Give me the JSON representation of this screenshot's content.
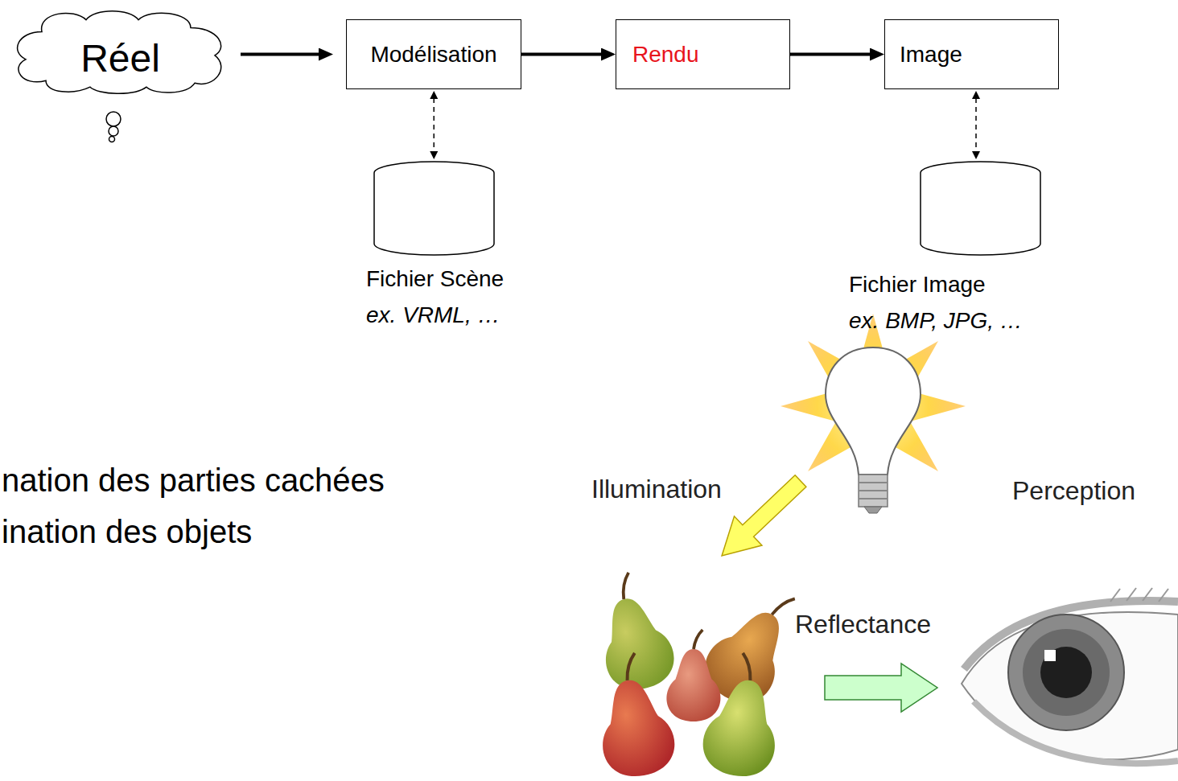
{
  "diagram": {
    "nodes": [
      {
        "text": [
          "Réel"
        ]
      },
      {
        "text": [
          "Modélisation"
        ]
      },
      {
        "text": [
          "Rendu"
        ]
      },
      {
        "text": [
          "Image"
        ]
      },
      {
        "text": [
          "Fichier Scène",
          "ex. VRML, …"
        ]
      },
      {
        "text": [
          "Fichier Image",
          "ex. BMP, JPG, …"
        ]
      }
    ],
    "edges": [
      {
        "from": 0,
        "to": 1,
        "arrow": "to"
      },
      {
        "from": 1,
        "to": 2,
        "arrow": "to"
      },
      {
        "from": 2,
        "to": 3,
        "arrow": "to"
      },
      {
        "from": 1,
        "to": 4,
        "arrow": "both"
      },
      {
        "from": 3,
        "to": 5,
        "arrow": "both"
      }
    ],
    "labels": [
      "nation des parties cachées",
      "ination des objets",
      "Illumination",
      "Perception",
      "Reflectance"
    ]
  }
}
